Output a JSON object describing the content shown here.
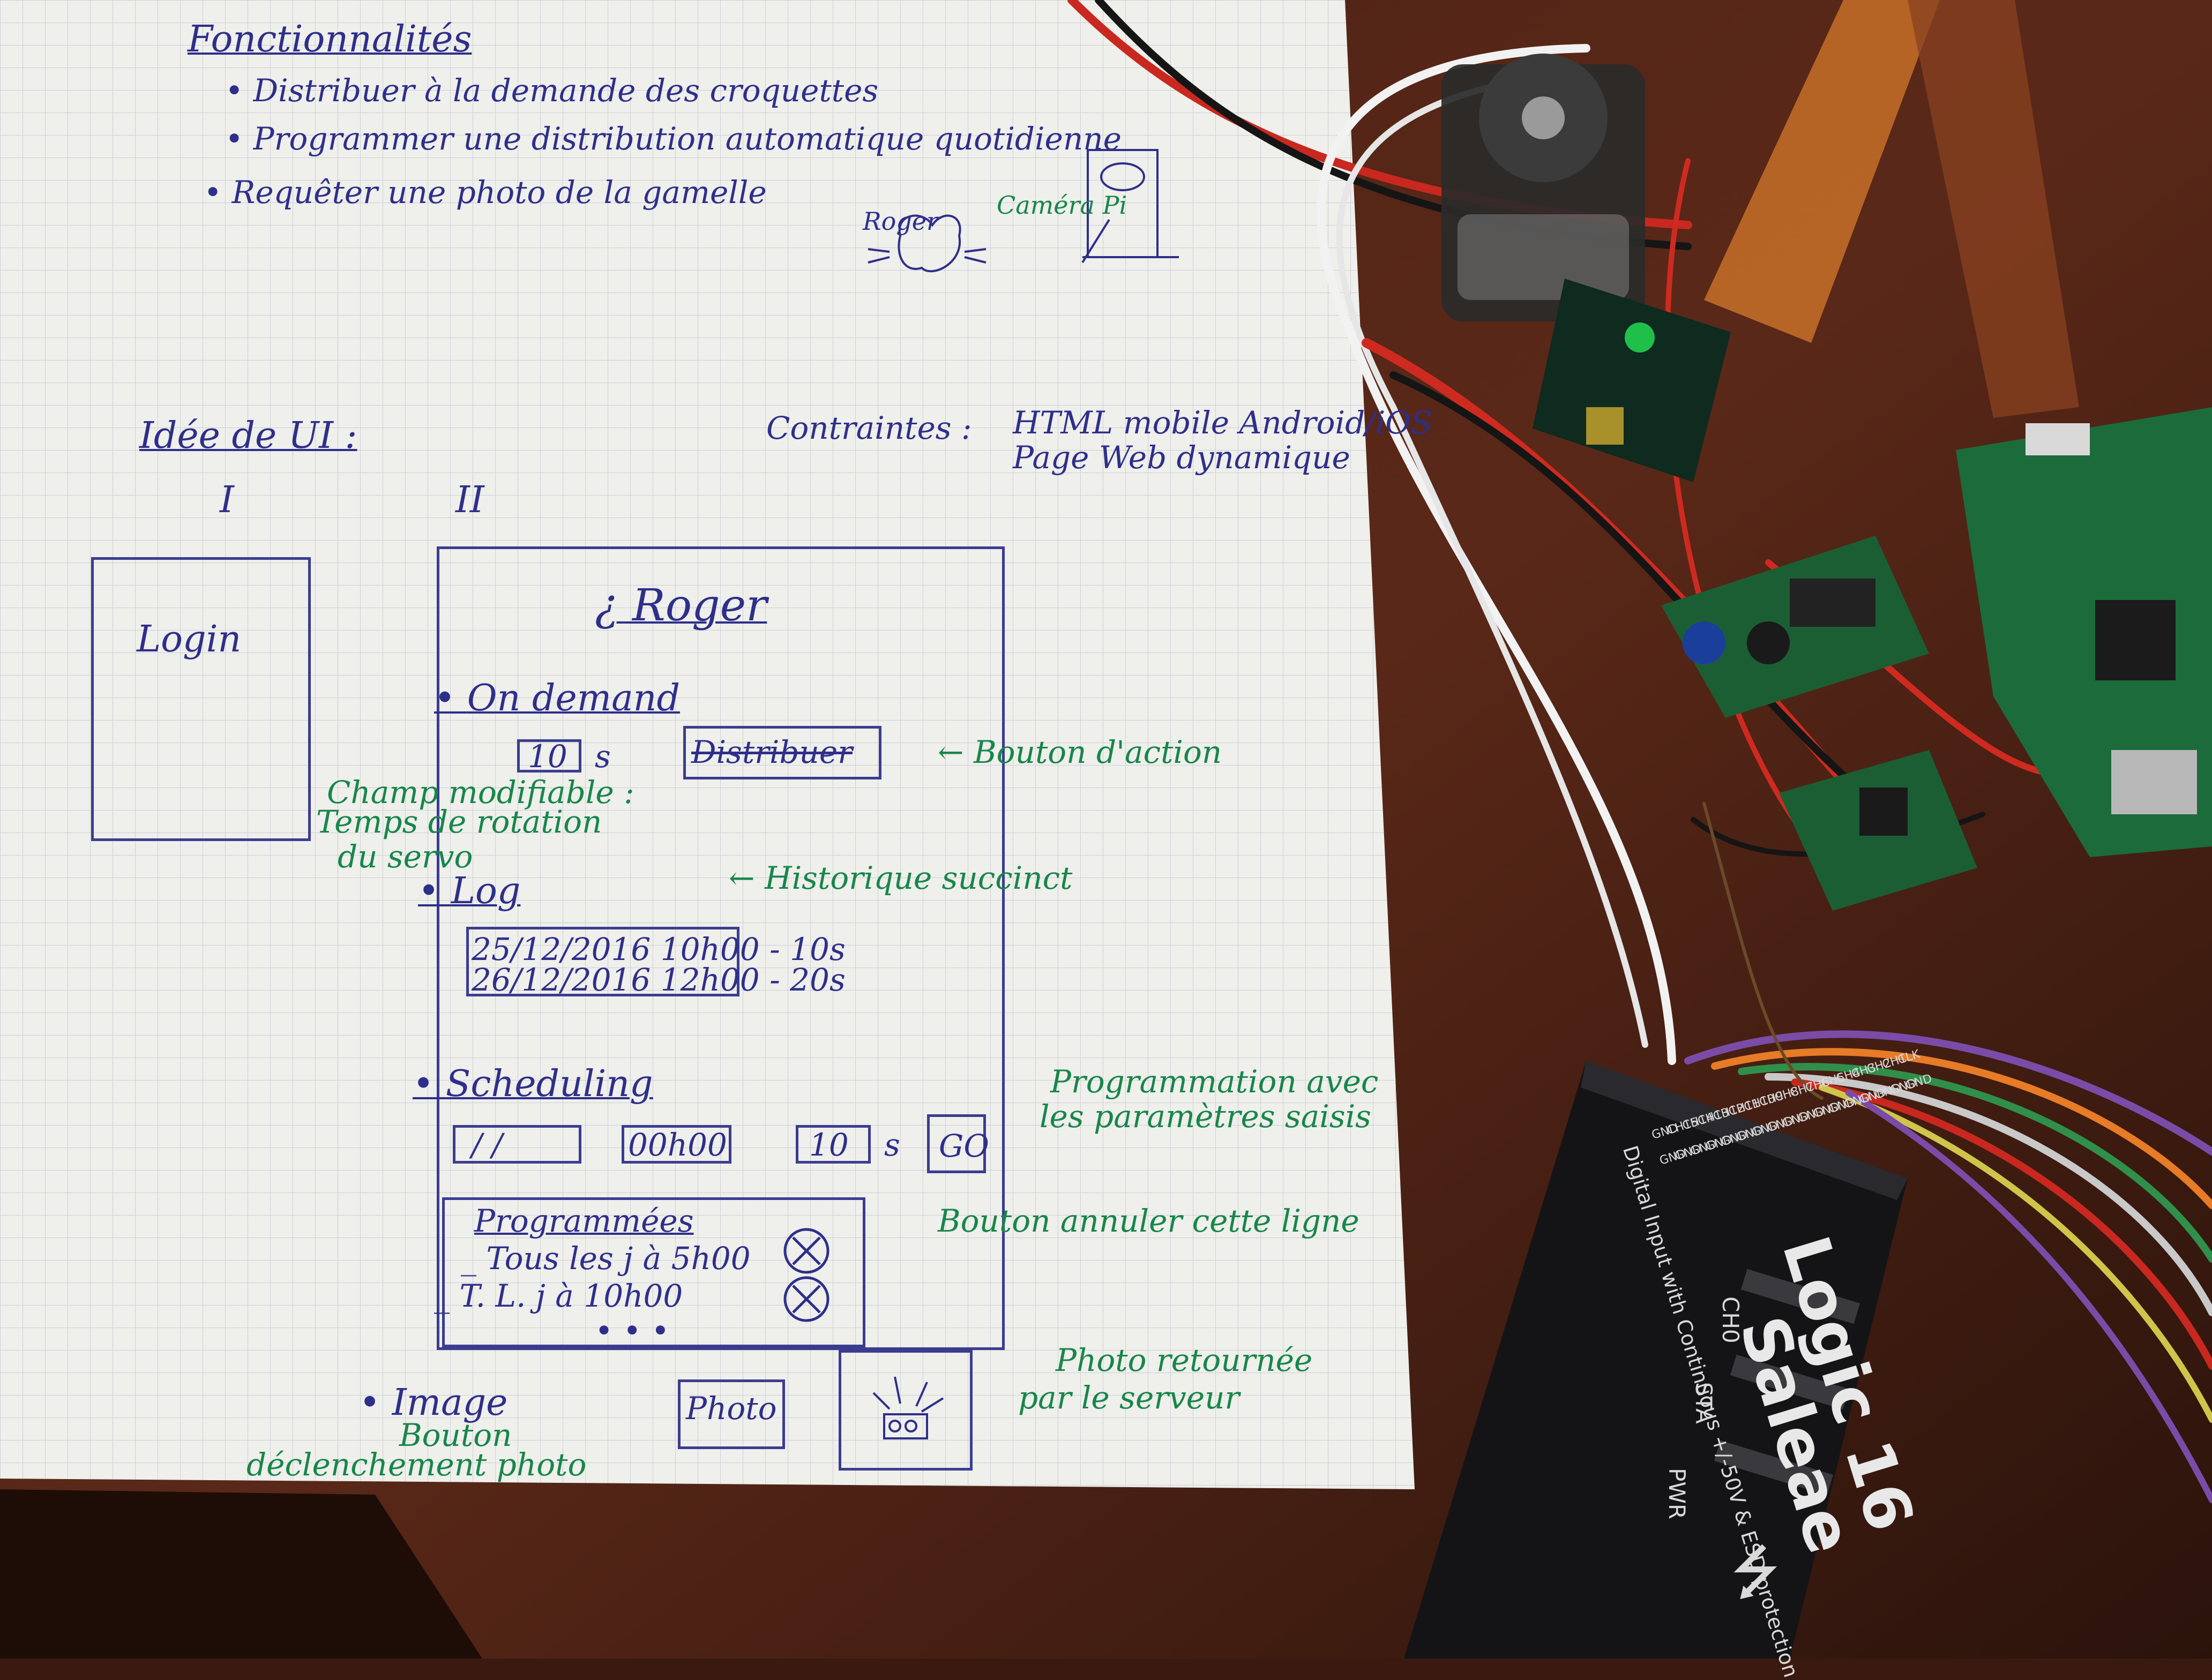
{
  "notes": {
    "heading": "Fonctionnalités",
    "features": [
      "Distribuer à la demande des croquettes",
      "Programmer une distribution automatique quotidienne",
      "Requêter une photo de la gamelle"
    ],
    "sketch": {
      "cat_name": "Roger",
      "camera_label": "Caméra Pi"
    },
    "ui_heading": "Idée de UI :",
    "constraints": {
      "label": "Contraintes :",
      "line1": "HTML mobile Android/iOS",
      "line2": "Page Web dynamique"
    },
    "screen1": {
      "numeral": "I",
      "title": "Login"
    },
    "screen2": {
      "numeral": "II",
      "title": "¿ Roger",
      "on_demand": {
        "label": "On demand",
        "value": "10",
        "unit": "s",
        "button": "Distribuer",
        "note_button": "Bouton d'action",
        "note_field_1": "Champ modifiable :",
        "note_field_2": "Temps de rotation",
        "note_field_3": "du servo"
      },
      "log": {
        "label": "Log",
        "entries": [
          "25/12/2016 10h00 - 10s",
          "26/12/2016 12h00 - 20s"
        ],
        "note": "Historique succinct"
      },
      "scheduling": {
        "label": "Scheduling",
        "date": "/ /",
        "time": "00h00",
        "duration": "10",
        "unit": "s",
        "go": "GO",
        "note_1": "Programmation avec",
        "note_2": "les paramètres saisis"
      },
      "programmed": {
        "label": "Programmées",
        "rows": [
          "Tous les j à 5h00",
          "T. L. j à 10h00"
        ],
        "ellipsis": "• • •",
        "note": "Bouton annuler cette ligne"
      }
    },
    "image": {
      "label": "Image",
      "button": "Photo",
      "note_button_1": "Bouton",
      "note_button_2": "déclenchement photo",
      "note_photo_1": "Photo retournée",
      "note_photo_2": "par le serveur"
    }
  },
  "analyzer": {
    "brand": "Saleae",
    "model": "Logic 16",
    "tagline": "Digital Input with Continuous +/-50V & ESD protection",
    "pins_row1": [
      "GND",
      "CH15",
      "CH14",
      "CH13",
      "CH12",
      "CH11",
      "CH10",
      "CH9",
      "CH8",
      "CH7",
      "CH6",
      "CH5",
      "CH4",
      "CH3",
      "CH2",
      "CH1",
      "CLK"
    ],
    "pins_row2": [
      "GND",
      "GND",
      "GND",
      "GND",
      "GND",
      "GND",
      "GND",
      "GND",
      "GND",
      "GND",
      "GND",
      "GND",
      "GND",
      "GND",
      "GND",
      "GND",
      "GND"
    ],
    "leds": [
      "CH0",
      "STA",
      "PWR"
    ]
  },
  "colors": {
    "ink_blue": "#2e2f8a",
    "ink_green": "#17864a",
    "paper": "#eeeeea",
    "desk": "#3a1a10"
  }
}
